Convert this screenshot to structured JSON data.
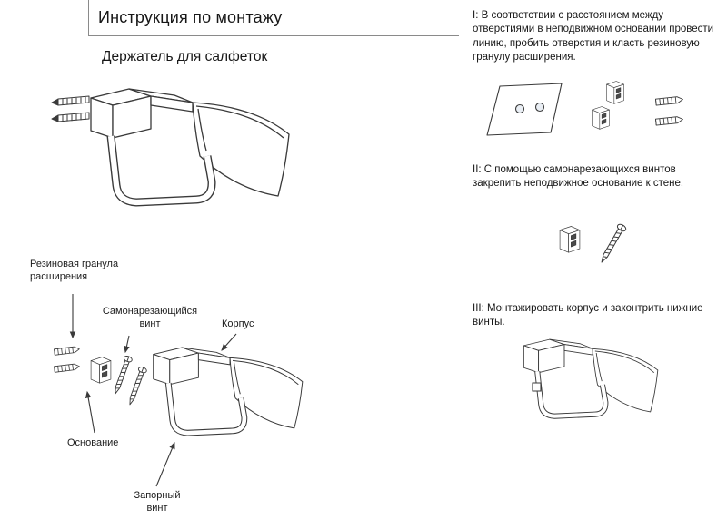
{
  "header": {
    "title": "Инструкция по монтажу",
    "subtitle": "Держатель для салфеток"
  },
  "labels": {
    "rubber_plug": "Резиновая гранула расширения",
    "self_tapping_screw": "Самонарезающийся винт",
    "body": "Корпус",
    "base": "Основание",
    "locking_screw": "Запорный винт"
  },
  "steps": [
    {
      "text": "I: В соответствии с расстоянием между отверстиями в неподвижном основании провести линию, пробить отверстия и класть резиновую гранулу расширения."
    },
    {
      "text": "II: С помощью самонарезающихся винтов закрепить неподвижное основание к стене."
    },
    {
      "text": "III: Монтажировать корпус и законтрить нижние винты."
    }
  ],
  "colors": {
    "ink": "#3a3a3a",
    "text": "#1c1c1c",
    "rule": "#8a8a8a"
  }
}
